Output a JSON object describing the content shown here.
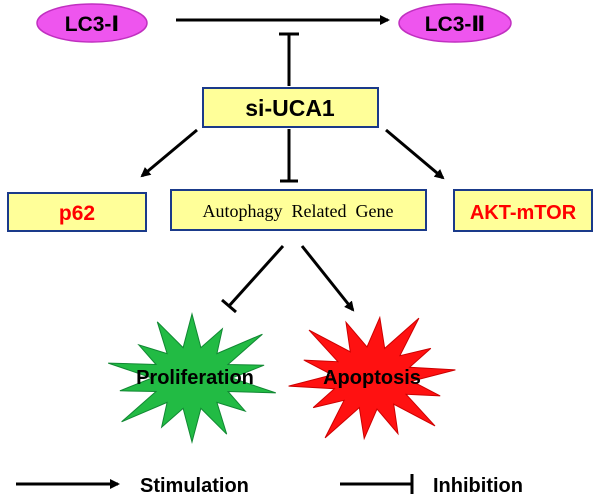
{
  "nodes": {
    "lc3_i": {
      "label": "LC3-Ⅰ",
      "fill": "#ee55ee"
    },
    "lc3_ii": {
      "label": "LC3-Ⅱ",
      "fill": "#ee55ee"
    },
    "si_uca1": {
      "label": "si-UCA1",
      "fill": "#ffff99"
    },
    "p62": {
      "label": "p62",
      "fill": "#ffff99",
      "text_color": "#ff0000"
    },
    "autophagy_gene": {
      "label": "Autophagy  Related  Gene",
      "fill": "#ffff99"
    },
    "akt_mtor": {
      "label": "AKT-mTOR",
      "fill": "#ffff99",
      "text_color": "#ff0000"
    },
    "proliferation": {
      "label": "Proliferation",
      "fill": "#22bb44"
    },
    "apoptosis": {
      "label": "Apoptosis",
      "fill": "#ff1111"
    }
  },
  "legend": {
    "stimulation": "Stimulation",
    "inhibition": "Inhibition"
  },
  "colors": {
    "box_border": "#1a3a8a",
    "arrow": "#000000"
  }
}
